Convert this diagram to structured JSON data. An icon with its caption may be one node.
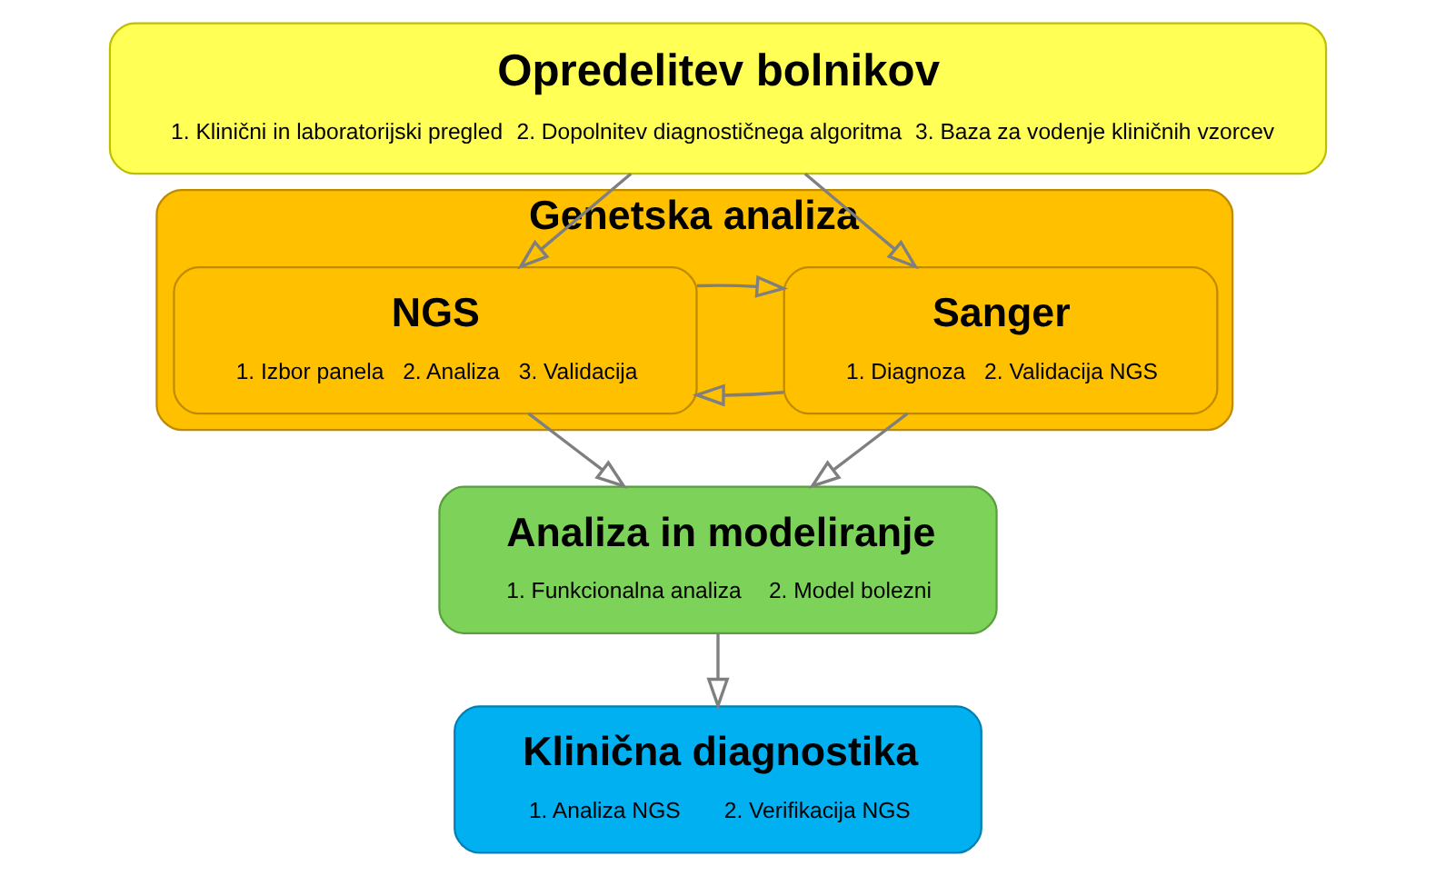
{
  "diagram": {
    "nodes": [
      {
        "text": [
          "Opredelitev bolnikov",
          "1. Klinični in laboratorijski pregled",
          "2. Dopolnitev diagnostičnega algoritma",
          "3. Baza za vodenje kliničnih vzorcev"
        ]
      },
      {
        "text": [
          "Genetska analiza"
        ]
      },
      {
        "text": [
          "Sanger",
          "1. Diagnoza",
          "2. Validacija NGS"
        ],
        "in": 1
      },
      {
        "text": [
          "NGS",
          "1. Izbor panela",
          "2. Analiza",
          "3. Validacija"
        ],
        "in": 1
      },
      {
        "text": [
          "Analiza in modeliranje",
          "1. Funkcionalna analiza",
          "2. Model bolezni"
        ]
      },
      {
        "text": [
          "Klinična diagnostika",
          "1. Analiza NGS",
          "2. Verifikacija NGS"
        ]
      }
    ],
    "edges": [
      {
        "from": 0,
        "to": 2,
        "arrow": "to"
      },
      {
        "from": 0,
        "to": 3,
        "arrow": "to"
      },
      {
        "from": 2,
        "to": 3,
        "arrow": "to"
      },
      {
        "from": 3,
        "to": 2,
        "arrow": "to"
      },
      {
        "from": 2,
        "to": 4,
        "arrow": "to"
      },
      {
        "from": 3,
        "to": 4,
        "arrow": "to"
      },
      {
        "from": 4,
        "to": 5,
        "arrow": "to"
      }
    ]
  }
}
